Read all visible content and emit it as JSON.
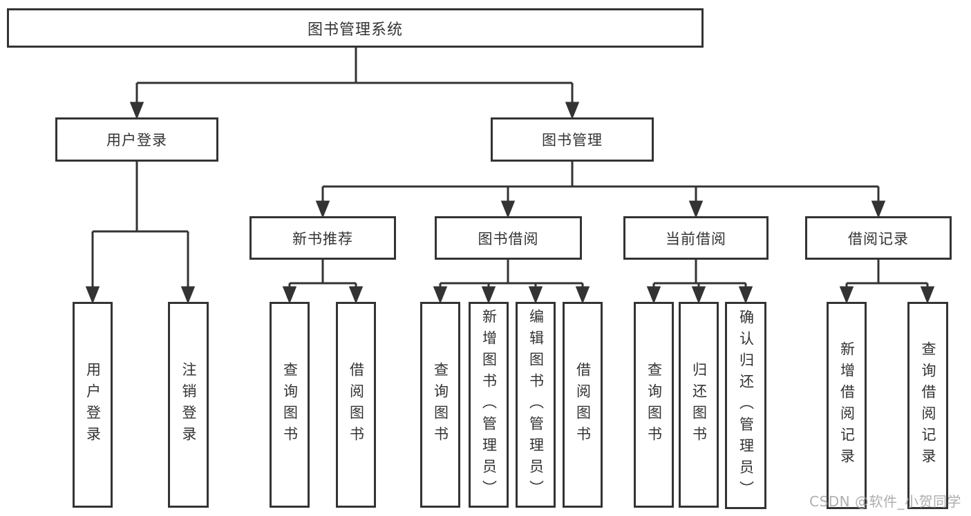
{
  "root": {
    "label": "图书管理系统"
  },
  "level2": {
    "user_login": {
      "label": "用户登录"
    },
    "book_mgmt": {
      "label": "图书管理"
    }
  },
  "level3": {
    "new_books": {
      "label": "新书推荐"
    },
    "borrow": {
      "label": "图书借阅"
    },
    "current": {
      "label": "当前借阅"
    },
    "records": {
      "label": "借阅记录"
    }
  },
  "leaves": {
    "login": [
      "用户登录",
      "注销登录"
    ],
    "new_books": [
      "查询图书",
      "借阅图书"
    ],
    "borrow": [
      "查询图书",
      "新增图书（管理员）",
      "编辑图书（管理员）",
      "借阅图书"
    ],
    "current": [
      "查询图书",
      "归还图书",
      "确认归还（管理员）"
    ],
    "records": [
      "新增借阅记录",
      "查询借阅记录"
    ]
  },
  "watermark": "CSDN @软件_小贺同学",
  "colors": {
    "line": "#333333",
    "text": "#333333",
    "box_bg": "#ffffff",
    "watermark": "#a6a6a6"
  }
}
